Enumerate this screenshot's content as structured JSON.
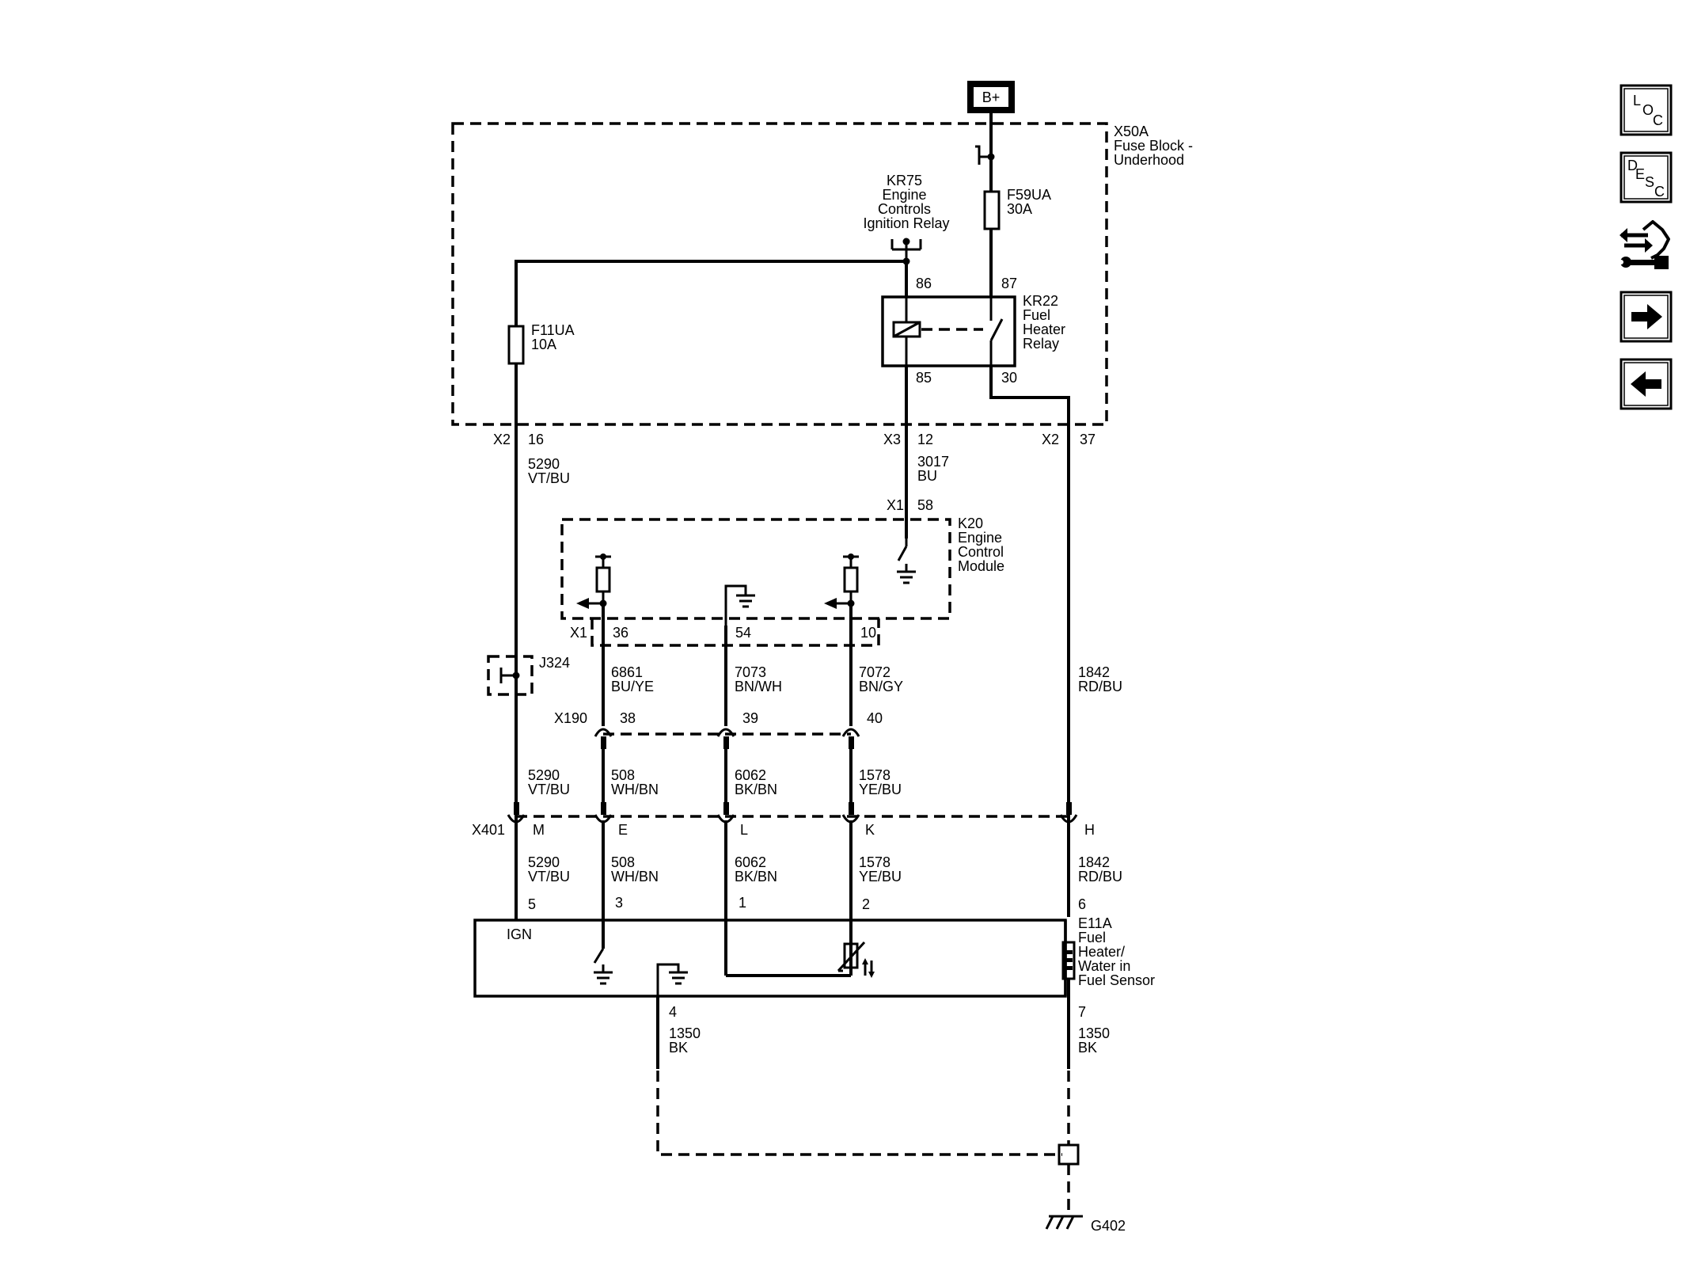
{
  "power": {
    "label": "B+"
  },
  "fuse_block": {
    "title": [
      "X50A",
      "Fuse Block -",
      "Underhood"
    ]
  },
  "relay_kr75": {
    "title": [
      "KR75",
      "Engine",
      "Controls",
      "Ignition Relay"
    ]
  },
  "fuse_f59ua": {
    "label": [
      "F59UA",
      "30A"
    ]
  },
  "fuse_f11ua": {
    "label": [
      "F11UA",
      "10A"
    ]
  },
  "relay_kr22": {
    "title": [
      "KR22",
      "Fuel",
      "Heater",
      "Relay"
    ],
    "pins": {
      "p86": "86",
      "p87": "87",
      "p85": "85",
      "p30": "30"
    }
  },
  "fuse_block_connectors": {
    "left": {
      "conn": "X2",
      "pin": "16"
    },
    "mid": {
      "conn": "X3",
      "pin": "12"
    },
    "right": {
      "conn": "X2",
      "pin": "37"
    }
  },
  "wires": {
    "w5290_top": [
      "5290",
      "VT/BU"
    ],
    "w3017": [
      "3017",
      "BU"
    ],
    "w6861": [
      "6861",
      "BU/YE"
    ],
    "w7073": [
      "7073",
      "BN/WH"
    ],
    "w7072": [
      "7072",
      "BN/GY"
    ],
    "w1842_top": [
      "1842",
      "RD/BU"
    ],
    "w5290_mid": [
      "5290",
      "VT/BU"
    ],
    "w508_mid": [
      "508",
      "WH/BN"
    ],
    "w6062_mid": [
      "6062",
      "BK/BN"
    ],
    "w1578_mid": [
      "1578",
      "YE/BU"
    ],
    "w5290_bot": [
      "5290",
      "VT/BU"
    ],
    "w508_bot": [
      "508",
      "WH/BN"
    ],
    "w6062_bot": [
      "6062",
      "BK/BN"
    ],
    "w1578_bot": [
      "1578",
      "YE/BU"
    ],
    "w1842_bot": [
      "1842",
      "RD/BU"
    ],
    "w1350_left": [
      "1350",
      "BK"
    ],
    "w1350_right": [
      "1350",
      "BK"
    ]
  },
  "ecm": {
    "title": [
      "K20",
      "Engine",
      "Control",
      "Module"
    ],
    "top_conn": "X1",
    "top_pin": "58",
    "bottom_conn": "X1",
    "pins": [
      "36",
      "54",
      "10"
    ]
  },
  "splice": {
    "label": "J324"
  },
  "x190": {
    "conn": "X190",
    "pins": [
      "38",
      "39",
      "40"
    ]
  },
  "x401": {
    "conn": "X401",
    "pins": [
      "M",
      "E",
      "L",
      "K",
      "H"
    ]
  },
  "sensor": {
    "title": [
      "E11A",
      "Fuel",
      "Heater/",
      "Water in",
      "Fuel Sensor"
    ],
    "ign_label": "IGN",
    "top_pins": [
      "5",
      "3",
      "1",
      "2",
      "6"
    ],
    "bottom_pins": [
      "4",
      "7"
    ]
  },
  "ground": {
    "label": "G402"
  },
  "nav_buttons": [
    {
      "name": "loc-button",
      "letters": [
        "L",
        "O",
        "C"
      ]
    },
    {
      "name": "desc-button",
      "letters": [
        "D",
        "E",
        "S",
        "C"
      ]
    },
    {
      "name": "connector-repair-button",
      "icon": "connector-wrench-icon"
    },
    {
      "name": "next-button",
      "icon": "arrow-right-icon"
    },
    {
      "name": "back-button",
      "icon": "arrow-left-icon"
    }
  ]
}
